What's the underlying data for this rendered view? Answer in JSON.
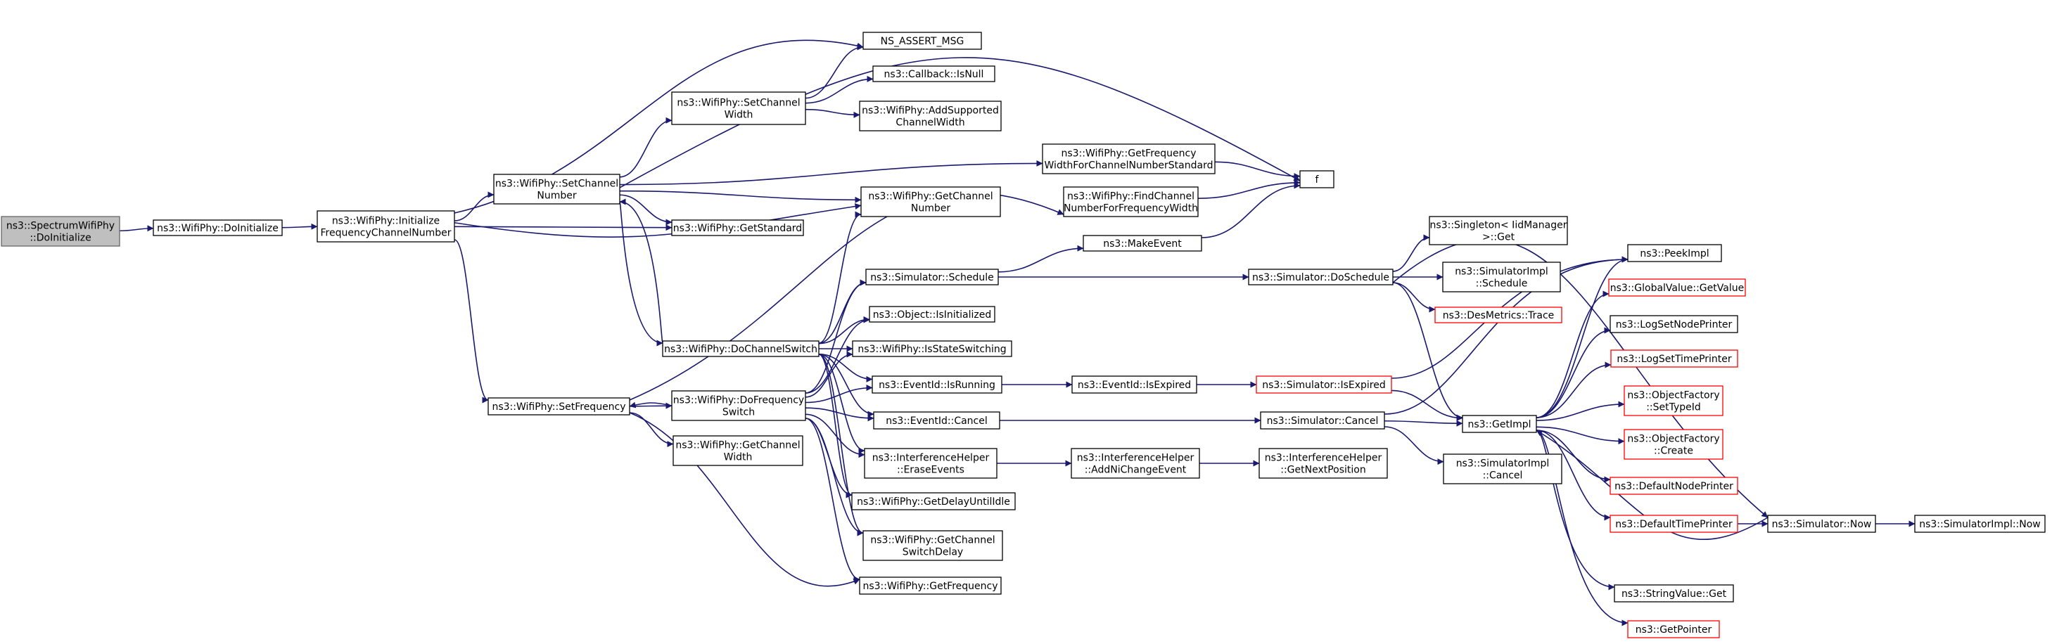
{
  "colors": {
    "edge": "#191970",
    "node_border": "#000000",
    "node_link_red": "#ff0000",
    "node_fill": "#ffffff",
    "root_fill": "#bfbfbf",
    "root_border": "#666666"
  },
  "nodes": [
    {
      "id": "n_root",
      "kind": "root",
      "lines": [
        "ns3::SpectrumWifiPhy",
        "::DoInitialize"
      ]
    },
    {
      "id": "n_doinit",
      "kind": "normal",
      "lines": [
        "ns3::WifiPhy::DoInitialize"
      ]
    },
    {
      "id": "n_initfreq",
      "kind": "normal",
      "lines": [
        "ns3::WifiPhy::Initialize",
        "FrequencyChannelNumber"
      ]
    },
    {
      "id": "n_setchnum",
      "kind": "normal",
      "lines": [
        "ns3::WifiPhy::SetChannel",
        "Number"
      ]
    },
    {
      "id": "n_setfreq",
      "kind": "normal",
      "lines": [
        "ns3::WifiPhy::SetFrequency"
      ]
    },
    {
      "id": "n_assert",
      "kind": "normal",
      "lines": [
        "NS_ASSERT_MSG"
      ]
    },
    {
      "id": "n_isnull",
      "kind": "normal",
      "lines": [
        "ns3::Callback::IsNull"
      ]
    },
    {
      "id": "n_setchwidth",
      "kind": "normal",
      "lines": [
        "ns3::WifiPhy::SetChannel",
        "Width"
      ]
    },
    {
      "id": "n_addsup",
      "kind": "normal",
      "lines": [
        "ns3::WifiPhy::AddSupported",
        "ChannelWidth"
      ]
    },
    {
      "id": "n_getfreqwidth",
      "kind": "normal",
      "lines": [
        "ns3::WifiPhy::GetFrequency",
        "WidthForChannelNumberStandard"
      ]
    },
    {
      "id": "n_f",
      "kind": "normal",
      "lines": [
        "f"
      ]
    },
    {
      "id": "n_getchnum",
      "kind": "normal",
      "lines": [
        "ns3::WifiPhy::GetChannel",
        "Number"
      ]
    },
    {
      "id": "n_findch",
      "kind": "normal",
      "lines": [
        "ns3::WifiPhy::FindChannel",
        "NumberForFrequencyWidth"
      ]
    },
    {
      "id": "n_getstd",
      "kind": "normal",
      "lines": [
        "ns3::WifiPhy::GetStandard"
      ]
    },
    {
      "id": "n_makeevent",
      "kind": "normal",
      "lines": [
        "ns3::MakeEvent"
      ]
    },
    {
      "id": "n_singleton",
      "kind": "normal",
      "lines": [
        "ns3::Singleton< IidManager",
        ">::Get"
      ]
    },
    {
      "id": "n_schedule",
      "kind": "normal",
      "lines": [
        "ns3::Simulator::Schedule"
      ]
    },
    {
      "id": "n_doschedule",
      "kind": "normal",
      "lines": [
        "ns3::Simulator::DoSchedule"
      ]
    },
    {
      "id": "n_simimplsched",
      "kind": "normal",
      "lines": [
        "ns3::SimulatorImpl",
        "::Schedule"
      ]
    },
    {
      "id": "n_desmetrics",
      "kind": "red",
      "lines": [
        "ns3::DesMetrics::Trace"
      ]
    },
    {
      "id": "n_peekimpl",
      "kind": "normal",
      "lines": [
        "ns3::PeekImpl"
      ]
    },
    {
      "id": "n_globalvalue",
      "kind": "red",
      "lines": [
        "ns3::GlobalValue::GetValue"
      ]
    },
    {
      "id": "n_isinit",
      "kind": "normal",
      "lines": [
        "ns3::Object::IsInitialized"
      ]
    },
    {
      "id": "n_dochswitch",
      "kind": "normal",
      "lines": [
        "ns3::WifiPhy::DoChannelSwitch"
      ]
    },
    {
      "id": "n_isstatesw",
      "kind": "normal",
      "lines": [
        "ns3::WifiPhy::IsStateSwitching"
      ]
    },
    {
      "id": "n_lognode",
      "kind": "normal",
      "lines": [
        "ns3::LogSetNodePrinter"
      ]
    },
    {
      "id": "n_logtime",
      "kind": "red",
      "lines": [
        "ns3::LogSetTimePrinter"
      ]
    },
    {
      "id": "n_isrunning",
      "kind": "normal",
      "lines": [
        "ns3::EventId::IsRunning"
      ]
    },
    {
      "id": "n_evexpired",
      "kind": "normal",
      "lines": [
        "ns3::EventId::IsExpired"
      ]
    },
    {
      "id": "n_simexpired",
      "kind": "red",
      "lines": [
        "ns3::Simulator::IsExpired"
      ]
    },
    {
      "id": "n_dofreqsw",
      "kind": "normal",
      "lines": [
        "ns3::WifiPhy::DoFrequency",
        "Switch"
      ]
    },
    {
      "id": "n_objfacttype",
      "kind": "red",
      "lines": [
        "ns3::ObjectFactory",
        "::SetTypeId"
      ]
    },
    {
      "id": "n_getimpl",
      "kind": "normal",
      "lines": [
        "ns3::GetImpl"
      ]
    },
    {
      "id": "n_evcancel",
      "kind": "normal",
      "lines": [
        "ns3::EventId::Cancel"
      ]
    },
    {
      "id": "n_simcancel",
      "kind": "normal",
      "lines": [
        "ns3::Simulator::Cancel"
      ]
    },
    {
      "id": "n_getchwidth",
      "kind": "normal",
      "lines": [
        "ns3::WifiPhy::GetChannel",
        "Width"
      ]
    },
    {
      "id": "n_objfactcreate",
      "kind": "red",
      "lines": [
        "ns3::ObjectFactory",
        "::Create"
      ]
    },
    {
      "id": "n_erase",
      "kind": "normal",
      "lines": [
        "ns3::InterferenceHelper",
        "::EraseEvents"
      ]
    },
    {
      "id": "n_addni",
      "kind": "normal",
      "lines": [
        "ns3::InterferenceHelper",
        "::AddNiChangeEvent"
      ]
    },
    {
      "id": "n_nextpos",
      "kind": "normal",
      "lines": [
        "ns3::InterferenceHelper",
        "::GetNextPosition"
      ]
    },
    {
      "id": "n_simimplcancel",
      "kind": "normal",
      "lines": [
        "ns3::SimulatorImpl",
        "::Cancel"
      ]
    },
    {
      "id": "n_defnode",
      "kind": "red",
      "lines": [
        "ns3::DefaultNodePrinter"
      ]
    },
    {
      "id": "n_delayidle",
      "kind": "normal",
      "lines": [
        "ns3::WifiPhy::GetDelayUntilIdle"
      ]
    },
    {
      "id": "n_deftime",
      "kind": "red",
      "lines": [
        "ns3::DefaultTimePrinter"
      ]
    },
    {
      "id": "n_simnow",
      "kind": "normal",
      "lines": [
        "ns3::Simulator::Now"
      ]
    },
    {
      "id": "n_simimplnow",
      "kind": "normal",
      "lines": [
        "ns3::SimulatorImpl::Now"
      ]
    },
    {
      "id": "n_swdelay",
      "kind": "normal",
      "lines": [
        "ns3::WifiPhy::GetChannel",
        "SwitchDelay"
      ]
    },
    {
      "id": "n_strget",
      "kind": "normal",
      "lines": [
        "ns3::StringValue::Get"
      ]
    },
    {
      "id": "n_getfreq",
      "kind": "normal",
      "lines": [
        "ns3::WifiPhy::GetFrequency"
      ]
    },
    {
      "id": "n_getptr",
      "kind": "red",
      "lines": [
        "ns3::GetPointer"
      ]
    }
  ],
  "edges": [
    {
      "from": "n_root",
      "to": "n_doinit"
    },
    {
      "from": "n_doinit",
      "to": "n_initfreq"
    },
    {
      "from": "n_initfreq",
      "to": "n_assert"
    },
    {
      "from": "n_initfreq",
      "to": "n_setchnum"
    },
    {
      "from": "n_initfreq",
      "to": "n_getchnum"
    },
    {
      "from": "n_initfreq",
      "to": "n_getstd"
    },
    {
      "from": "n_initfreq",
      "to": "n_setfreq"
    },
    {
      "from": "n_setchnum",
      "to": "n_f"
    },
    {
      "from": "n_setchnum",
      "to": "n_setchwidth"
    },
    {
      "from": "n_setchnum",
      "to": "n_getfreqwidth"
    },
    {
      "from": "n_setchnum",
      "to": "n_getchnum"
    },
    {
      "from": "n_setchnum",
      "to": "n_getstd"
    },
    {
      "from": "n_setchnum",
      "to": "n_dochswitch"
    },
    {
      "from": "n_setchwidth",
      "to": "n_assert"
    },
    {
      "from": "n_setchwidth",
      "to": "n_isnull"
    },
    {
      "from": "n_setchwidth",
      "to": "n_addsup"
    },
    {
      "from": "n_getfreqwidth",
      "to": "n_f"
    },
    {
      "from": "n_findch",
      "to": "n_f"
    },
    {
      "from": "n_makeevent",
      "to": "n_f"
    },
    {
      "from": "n_dochswitch",
      "to": "n_setchnum"
    },
    {
      "from": "n_dochswitch",
      "to": "n_getchnum"
    },
    {
      "from": "n_dochswitch",
      "to": "n_schedule"
    },
    {
      "from": "n_dochswitch",
      "to": "n_isinit"
    },
    {
      "from": "n_dochswitch",
      "to": "n_isstatesw"
    },
    {
      "from": "n_dochswitch",
      "to": "n_isrunning"
    },
    {
      "from": "n_dochswitch",
      "to": "n_evcancel"
    },
    {
      "from": "n_dochswitch",
      "to": "n_erase"
    },
    {
      "from": "n_dochswitch",
      "to": "n_delayidle"
    },
    {
      "from": "n_dochswitch",
      "to": "n_swdelay"
    },
    {
      "from": "n_setfreq",
      "to": "n_findch"
    },
    {
      "from": "n_setfreq",
      "to": "n_dofreqsw"
    },
    {
      "from": "n_setfreq",
      "to": "n_getchwidth"
    },
    {
      "from": "n_setfreq",
      "to": "n_getfreq"
    },
    {
      "from": "n_dofreqsw",
      "to": "n_setfreq"
    },
    {
      "from": "n_dofreqsw",
      "to": "n_schedule"
    },
    {
      "from": "n_dofreqsw",
      "to": "n_isinit"
    },
    {
      "from": "n_dofreqsw",
      "to": "n_isstatesw"
    },
    {
      "from": "n_dofreqsw",
      "to": "n_isrunning"
    },
    {
      "from": "n_dofreqsw",
      "to": "n_evcancel"
    },
    {
      "from": "n_dofreqsw",
      "to": "n_erase"
    },
    {
      "from": "n_dofreqsw",
      "to": "n_delayidle"
    },
    {
      "from": "n_dofreqsw",
      "to": "n_swdelay"
    },
    {
      "from": "n_dofreqsw",
      "to": "n_getfreq"
    },
    {
      "from": "n_schedule",
      "to": "n_makeevent"
    },
    {
      "from": "n_schedule",
      "to": "n_doschedule"
    },
    {
      "from": "n_doschedule",
      "to": "n_singleton"
    },
    {
      "from": "n_doschedule",
      "to": "n_simimplsched"
    },
    {
      "from": "n_doschedule",
      "to": "n_desmetrics"
    },
    {
      "from": "n_doschedule",
      "to": "n_getimpl"
    },
    {
      "from": "n_doschedule",
      "to": "n_simnow"
    },
    {
      "from": "n_isrunning",
      "to": "n_evexpired"
    },
    {
      "from": "n_evexpired",
      "to": "n_simexpired"
    },
    {
      "from": "n_simexpired",
      "to": "n_peekimpl"
    },
    {
      "from": "n_simexpired",
      "to": "n_getimpl"
    },
    {
      "from": "n_evcancel",
      "to": "n_simcancel"
    },
    {
      "from": "n_simcancel",
      "to": "n_peekimpl"
    },
    {
      "from": "n_simcancel",
      "to": "n_getimpl"
    },
    {
      "from": "n_simcancel",
      "to": "n_simimplcancel"
    },
    {
      "from": "n_erase",
      "to": "n_addni"
    },
    {
      "from": "n_addni",
      "to": "n_nextpos"
    },
    {
      "from": "n_getimpl",
      "to": "n_peekimpl"
    },
    {
      "from": "n_getimpl",
      "to": "n_globalvalue"
    },
    {
      "from": "n_getimpl",
      "to": "n_lognode"
    },
    {
      "from": "n_getimpl",
      "to": "n_logtime"
    },
    {
      "from": "n_getimpl",
      "to": "n_objfacttype"
    },
    {
      "from": "n_getimpl",
      "to": "n_objfactcreate"
    },
    {
      "from": "n_getimpl",
      "to": "n_defnode"
    },
    {
      "from": "n_getimpl",
      "to": "n_deftime"
    },
    {
      "from": "n_getimpl",
      "to": "n_strget"
    },
    {
      "from": "n_getimpl",
      "to": "n_getptr"
    },
    {
      "from": "n_deftime",
      "to": "n_simnow"
    },
    {
      "from": "n_simnow",
      "to": "n_getimpl"
    },
    {
      "from": "n_simnow",
      "to": "n_simimplnow"
    }
  ]
}
